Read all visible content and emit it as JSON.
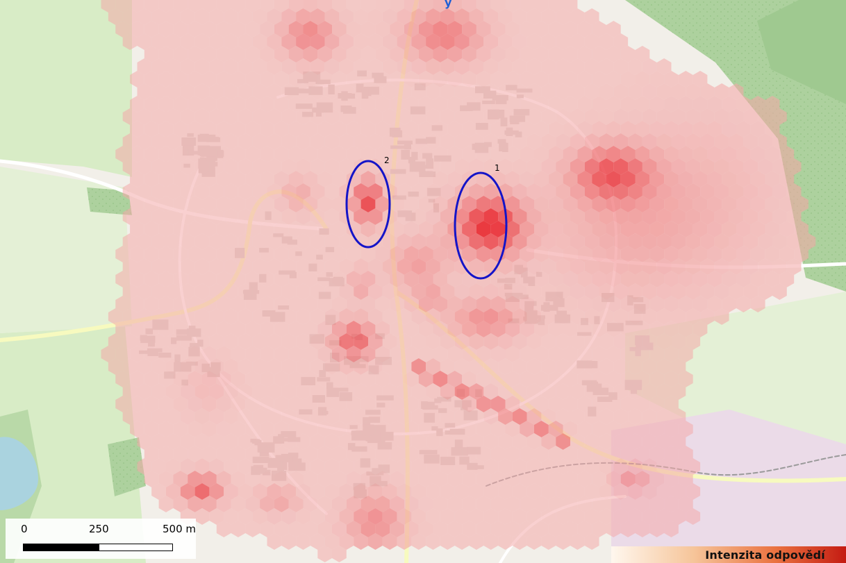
{
  "map": {
    "colors": {
      "background": "#f2efe9",
      "green": "#cde6b9",
      "forest": "#add19e",
      "water": "#aad3df",
      "building": "#d9d0c9",
      "road": "#ffffff",
      "major_road": "#f7fabf",
      "industrial": "#ebdbe8",
      "hex_base": "#f4a8a8",
      "hex_hot": "#e8222a",
      "ellipse": "#1414c8"
    }
  },
  "annotations": [
    {
      "label": "1"
    },
    {
      "label": "2"
    }
  ],
  "scale_bar": {
    "tick_0": "0",
    "tick_250": "250",
    "tick_500": "500 m"
  },
  "legend": {
    "title": "Intenzita odpovědí"
  },
  "top_cut_text": "y"
}
